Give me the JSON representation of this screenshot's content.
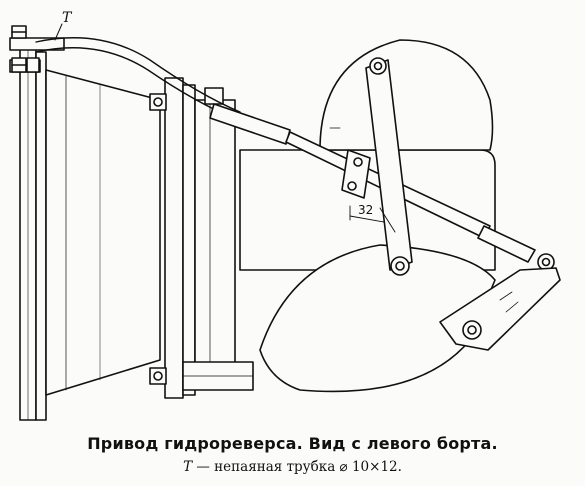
{
  "figure": {
    "tube_label": "T",
    "dimension_label": "32",
    "caption_title": "Привод гидрореверса. Вид с левого борта.",
    "caption_note_symbol": "T",
    "caption_note_text": "— непаяная трубка ⌀ 10×12."
  }
}
